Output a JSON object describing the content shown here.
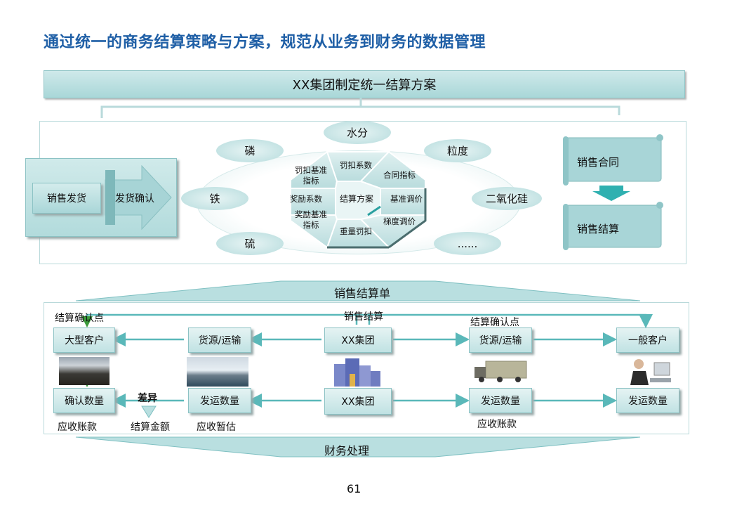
{
  "title": "通过统一的商务结算策略与方案，规范从业务到财务的数据管理",
  "banner": "XX集团制定统一结算方案",
  "left_flow": {
    "delivery": "销售发货",
    "confirm": "发货确认"
  },
  "elements": {
    "water": "水分",
    "phosphorus": "磷",
    "granularity": "粒度",
    "iron": "铁",
    "sio2": "二氧化硅",
    "sulfur": "硫",
    "ellipsis": "......"
  },
  "octagon": {
    "center": "结算方案",
    "deduct_coeff": "罚扣系数",
    "contract_index": "合同指标",
    "base_adjust": "基准调价",
    "gradient_adjust": "梯度调价",
    "weight_deduct": "重量罚扣",
    "reward_base_1": "奖励基准",
    "reward_base_2": "指标",
    "reward_coeff": "奖励系数",
    "deduct_base_1": "罚扣基准",
    "deduct_base_2": "指标"
  },
  "right_flow": {
    "contract": "销售合同",
    "settlement": "销售结算"
  },
  "sales_settle_sheet": "销售结算单",
  "finance": "财务处理",
  "bottom": {
    "confirm_point_left": "结算确认点",
    "sales_settle": "销售结算",
    "confirm_point_right": "结算确认点",
    "big_customer": "大型客户",
    "supply_transport_left": "货源/运输",
    "group_top": "XX集团",
    "supply_transport_right": "货源/运输",
    "general_customer": "一般客户",
    "confirm_qty": "确认数量",
    "diff": "差异",
    "ship_qty_left": "发运数量",
    "group_bottom": "XX集团",
    "ship_qty_mid": "发运数量",
    "ship_qty_right": "发运数量",
    "ar_left": "应收账款",
    "settle_amount": "结算金额",
    "ar_estimate": "应收暂估",
    "ar_right": "应收账款"
  },
  "page_number": "61",
  "colors": {
    "title": "#1f5fa6",
    "teal": "#5ab8b9",
    "box": "#b8dede"
  }
}
